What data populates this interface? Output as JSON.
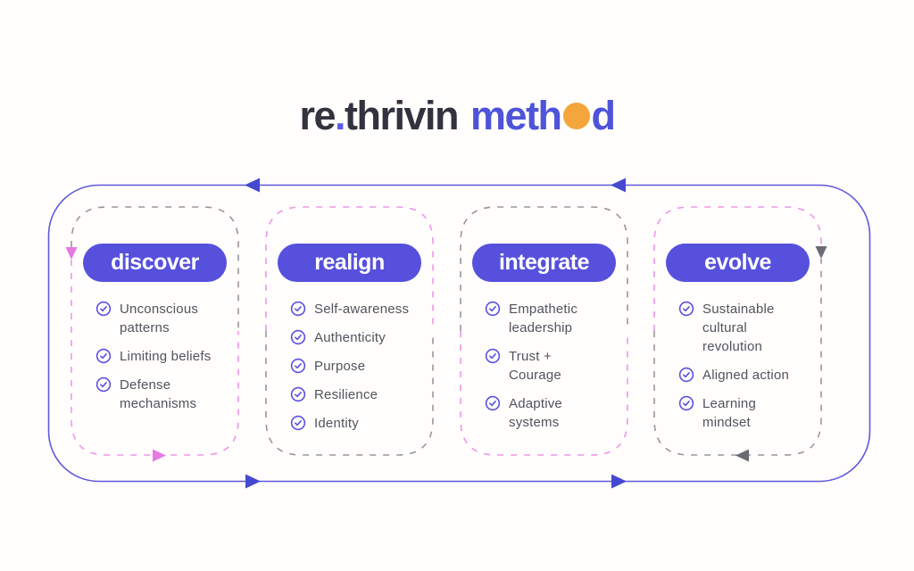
{
  "title": {
    "word1": "re",
    "dot": ".",
    "word2": "thrivin",
    "word3_head": "meth",
    "word3_tail": "d",
    "orange_dot_icon": "orange-circle"
  },
  "colors": {
    "brand_dark": "#32333e",
    "brand_accent": "#4e53d9",
    "orange": "#f4a63c",
    "pill_purple": "#5650dd",
    "check_purple": "#5b51e1",
    "outer_loop_purple": "#5f58dd",
    "arrow_purple": "#4549cf",
    "dash_pink": "#f095ea",
    "arrow_pink": "#e878e2",
    "dash_gray": "#97969c",
    "arrow_gray": "#696c72",
    "item_text": "#53525c"
  },
  "columns": [
    {
      "title": "discover",
      "items": [
        "Unconscious\npatterns",
        "Limiting beliefs",
        "Defense\nmechanisms"
      ]
    },
    {
      "title": "realign",
      "items": [
        "Self-awareness",
        "Authenticity",
        "Purpose",
        "Resilience",
        "Identity"
      ]
    },
    {
      "title": "integrate",
      "items": [
        "Empathetic\nleadership",
        "Trust +\nCourage",
        "Adaptive\nsystems"
      ]
    },
    {
      "title": "evolve",
      "items": [
        "Sustainable\ncultural\nrevolution",
        "Aligned action",
        "Learning\nmindset"
      ]
    }
  ]
}
